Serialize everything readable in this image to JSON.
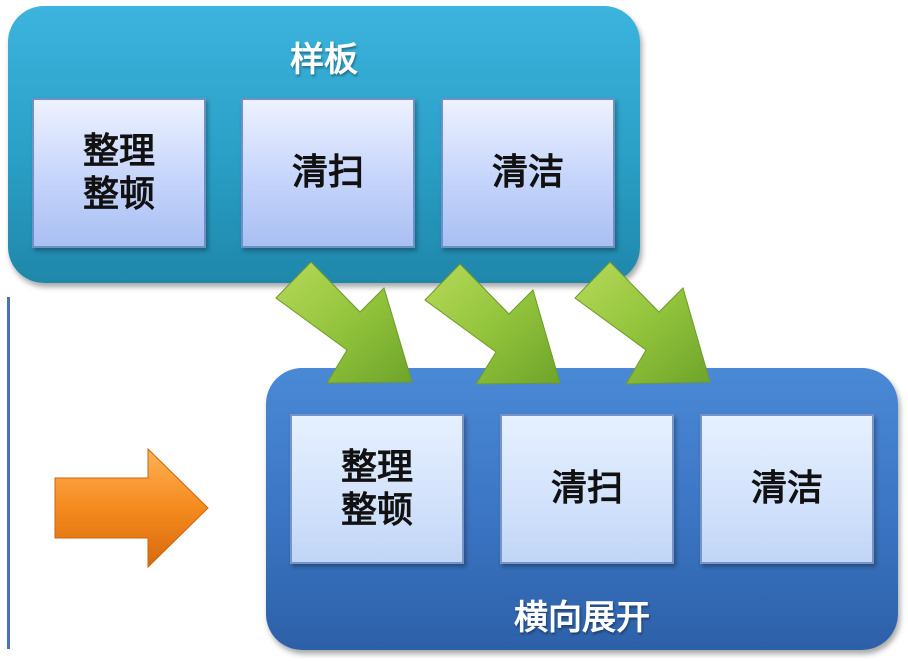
{
  "top_group": {
    "title": "样板",
    "boxes": [
      {
        "label": "整理\n整顿"
      },
      {
        "label": "清扫"
      },
      {
        "label": "清洁"
      }
    ]
  },
  "bottom_group": {
    "title": "横向展开",
    "boxes": [
      {
        "label": "整理\n整顿"
      },
      {
        "label": "清扫"
      },
      {
        "label": "清洁"
      }
    ]
  },
  "colors": {
    "top_group": "#2a9fc6",
    "bottom_group": "#3a74c2",
    "box": "#c5d4fb",
    "green_arrow": "#8fbf3a",
    "orange_arrow": "#f08a1c",
    "divider": "#4e6fbd"
  }
}
